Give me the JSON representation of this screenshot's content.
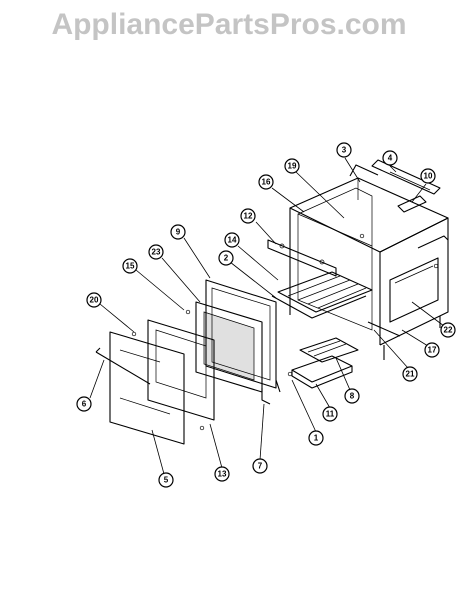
{
  "watermark": "AppliancePartsPros.com",
  "callouts": [
    {
      "label": "3"
    },
    {
      "label": "4"
    },
    {
      "label": "19"
    },
    {
      "label": "16"
    },
    {
      "label": "10"
    },
    {
      "label": "12"
    },
    {
      "label": "9"
    },
    {
      "label": "23"
    },
    {
      "label": "14"
    },
    {
      "label": "2"
    },
    {
      "label": "15"
    },
    {
      "label": "20"
    },
    {
      "label": "22"
    },
    {
      "label": "17"
    },
    {
      "label": "21"
    },
    {
      "label": "6"
    },
    {
      "label": "8"
    },
    {
      "label": "11"
    },
    {
      "label": "1"
    },
    {
      "label": "7"
    },
    {
      "label": "13"
    },
    {
      "label": "5"
    }
  ]
}
